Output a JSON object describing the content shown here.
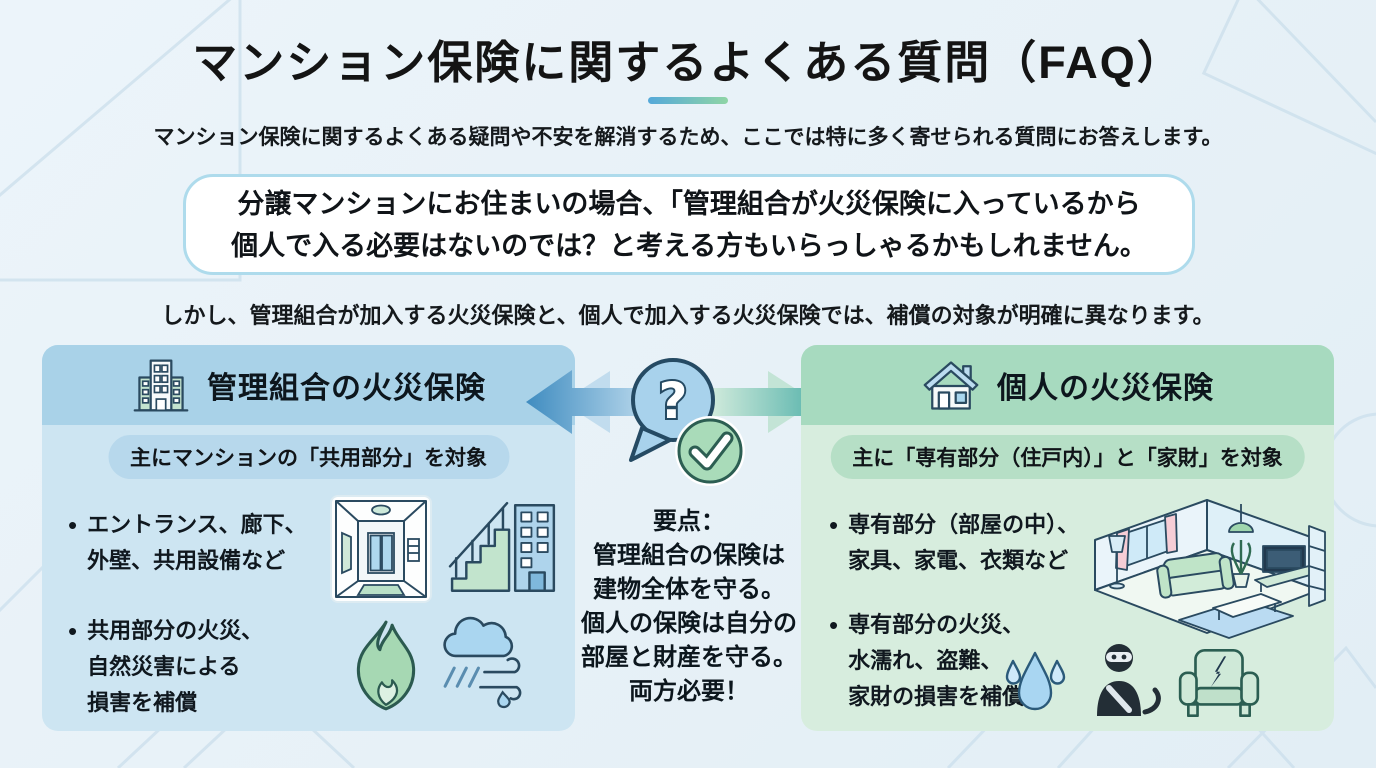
{
  "page": {
    "title": "マンション保険に関するよくある質問（FAQ）",
    "subtitle": "マンション保険に関するよくある疑問や不安を解消するため、ここでは特に多く寄せられる質問にお答えします。",
    "question_box": {
      "line1": "分譲マンションにお住まいの場合、「管理組合が火災保険に入っているから",
      "line2": "個人で入る必要はないのでは？と考える方もいらっしゃるかもしれません。"
    },
    "transition": "しかし、管理組合が加入する火災保険と、個人で加入する火災保険では、補償の対象が明確に異なります。"
  },
  "ui": {
    "bullet_marker": "•"
  },
  "left_panel": {
    "title": "管理組合の火災保険",
    "scope_pill": "主にマンションの「共用部分」を対象",
    "bullets": [
      {
        "lines": [
          "エントランス、廊下、",
          "外壁、共用設備など"
        ]
      },
      {
        "lines": [
          "共用部分の火災、",
          "自然災害による",
          "損害を補償"
        ]
      }
    ],
    "icons": [
      "building-icon",
      "entrance-illustration",
      "stairs-building-illustration",
      "flame-icon",
      "storm-icon"
    ]
  },
  "center": {
    "keypoint_label": "要点：",
    "keypoint_lines": [
      "管理組合の保険は",
      "建物全体を守る。",
      "個人の保険は自分の",
      "部屋と財産を守る。",
      "両方必要！"
    ],
    "icons": [
      "left-arrow-icon",
      "right-arrow-icon",
      "question-bubble-icon",
      "check-circle-icon"
    ]
  },
  "right_panel": {
    "title": "個人の火災保険",
    "scope_pill": "主に「専有部分（住戸内）」と「家財」を対象",
    "bullets": [
      {
        "lines": [
          "専有部分（部屋の中）、",
          "家具、家電、衣類など"
        ]
      },
      {
        "lines": [
          "専有部分の火災、",
          "水濡れ、盗難、",
          "家財の損害を補償"
        ]
      }
    ],
    "icons": [
      "house-icon",
      "living-room-illustration",
      "water-drops-icon",
      "burglar-icon",
      "broken-chair-icon"
    ]
  },
  "colors": {
    "background": "#e9f2f8",
    "pattern_line": "#cbdfec",
    "title_text": "#141414",
    "divider_gradient": [
      "#55a9da",
      "#8fd5a5"
    ],
    "question_card_border": "#aedbec",
    "left_header": "#a9d2e8",
    "left_body": "#cde5f2",
    "left_pill": "#b7d8ec",
    "right_header": "#a7dabf",
    "right_body": "#d7edde",
    "right_pill": "#b6dfc6",
    "arrow_left": "#3f8cc0",
    "arrow_right": "#33a39d",
    "outline_navy": "#2a4a60"
  }
}
